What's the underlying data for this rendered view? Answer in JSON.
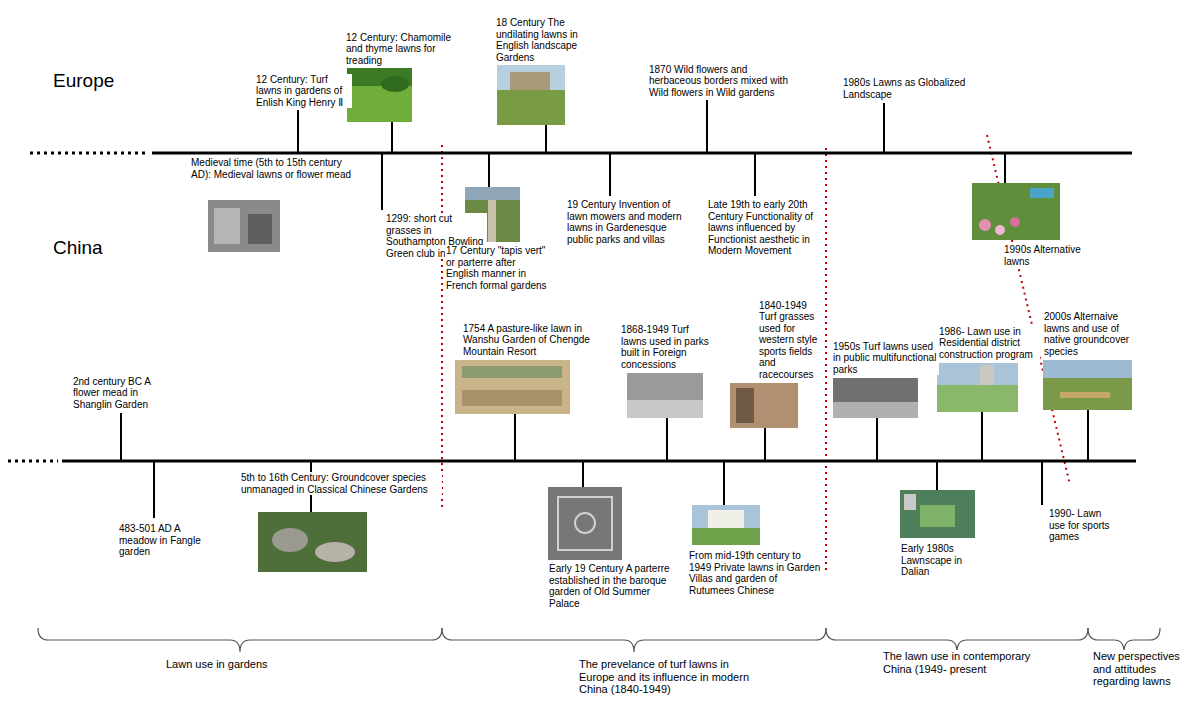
{
  "diagram": {
    "labels": [
      "Europe",
      "12 Century: Turf lawns in gardens of Enlish King Henry Ⅱ",
      "12 Century: Chamomile and thyme lawns for treading",
      "18 Century The undilating lawns in English landscape Gardens",
      "1870 Wild flowers and herbaceous borders mixed with Wild flowers in Wild gardens",
      "1980s Lawns as Globalized Landscape",
      "Medieval time (5th to 15th century AD): Medieval lawns or flower mead",
      "1299: short cut grasses in Southampton Bowling Green club in England",
      "17 Century \"tapis vert\" or parterre after English manner in French formal gardens",
      "19 Century Invention of lawn mowers and modern lawns in Gardenesque public parks and villas",
      "Late 19th to early 20th Century Functionality of lawns influenced by Functionist aesthetic in Modern Movement",
      "1990s Alternative lawns",
      "China",
      "2nd century BC A flower mead in Shanglin Garden",
      "1754 A pasture-like lawn in Wanshu Garden of Chengde Mountain Resort",
      "1868-1949 Turf lawns used in parks built in Foreign concessions",
      "1840-1949 Turf grasses used for western style sports fields and racecourses",
      "1950s Turf lawns used in public multifunctional parks",
      "1986- Lawn use in Residential district construction program",
      "2000s Alternaive lawns and use of native groundcover species",
      "483-501 AD A meadow in Fangle garden",
      "5th to 16th Century: Groundcover species unmanaged in Classical Chinese Gardens",
      "Early 19 Century A parterre established in the baroque garden of Old Summer Palace",
      "From mid-19th century to 1949 Private lawns in Garden Villas and garden of Rutumees Chinese",
      "Early 1980s Lawnscape in Dalian",
      "1990- Lawn use for sports games",
      "Lawn use in gardens",
      "The prevelance of turf lawns in Europe and its influence in modern China (1840-1949)",
      "The lawn use in contemporary China (1949- present",
      "New perspectives and attitudes regarding lawns"
    ]
  }
}
